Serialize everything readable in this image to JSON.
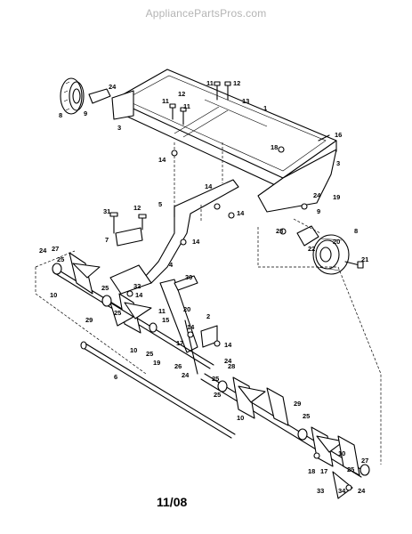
{
  "watermark": "AppliancePartsPros.com",
  "footer_code": "11/08",
  "callouts": [
    {
      "id": "c-1",
      "text": "1"
    },
    {
      "id": "c-2",
      "text": "2"
    },
    {
      "id": "c-3a",
      "text": "3"
    },
    {
      "id": "c-3b",
      "text": "3"
    },
    {
      "id": "c-4",
      "text": "4"
    },
    {
      "id": "c-5",
      "text": "5"
    },
    {
      "id": "c-6",
      "text": "6"
    },
    {
      "id": "c-7",
      "text": "7"
    },
    {
      "id": "c-8a",
      "text": "8"
    },
    {
      "id": "c-8b",
      "text": "8"
    },
    {
      "id": "c-9a",
      "text": "9"
    },
    {
      "id": "c-9b",
      "text": "9"
    },
    {
      "id": "c-10a",
      "text": "10"
    },
    {
      "id": "c-10b",
      "text": "10"
    },
    {
      "id": "c-10c",
      "text": "10"
    },
    {
      "id": "c-10d",
      "text": "10"
    },
    {
      "id": "c-11a",
      "text": "11"
    },
    {
      "id": "c-11b",
      "text": "11"
    },
    {
      "id": "c-11c",
      "text": "11"
    },
    {
      "id": "c-11d",
      "text": "11"
    },
    {
      "id": "c-12a",
      "text": "12"
    },
    {
      "id": "c-12b",
      "text": "12"
    },
    {
      "id": "c-12c",
      "text": "12"
    },
    {
      "id": "c-13",
      "text": "13"
    },
    {
      "id": "c-14a",
      "text": "14"
    },
    {
      "id": "c-14b",
      "text": "14"
    },
    {
      "id": "c-14c",
      "text": "14"
    },
    {
      "id": "c-14d",
      "text": "14"
    },
    {
      "id": "c-14e",
      "text": "14"
    },
    {
      "id": "c-14f",
      "text": "14"
    },
    {
      "id": "c-14g",
      "text": "14"
    },
    {
      "id": "c-15",
      "text": "15"
    },
    {
      "id": "c-16",
      "text": "16"
    },
    {
      "id": "c-17a",
      "text": "17"
    },
    {
      "id": "c-17b",
      "text": "17"
    },
    {
      "id": "c-18a",
      "text": "18"
    },
    {
      "id": "c-18b",
      "text": "18"
    },
    {
      "id": "c-19a",
      "text": "19"
    },
    {
      "id": "c-19b",
      "text": "19"
    },
    {
      "id": "c-20a",
      "text": "20"
    },
    {
      "id": "c-20b",
      "text": "20"
    },
    {
      "id": "c-21",
      "text": "21"
    },
    {
      "id": "c-22",
      "text": "22"
    },
    {
      "id": "c-23",
      "text": "23"
    },
    {
      "id": "c-24a",
      "text": "24"
    },
    {
      "id": "c-24b",
      "text": "24"
    },
    {
      "id": "c-24c",
      "text": "24"
    },
    {
      "id": "c-24d",
      "text": "24"
    },
    {
      "id": "c-24e",
      "text": "24"
    },
    {
      "id": "c-24f",
      "text": "24"
    },
    {
      "id": "c-25a",
      "text": "25"
    },
    {
      "id": "c-25b",
      "text": "25"
    },
    {
      "id": "c-25c",
      "text": "25"
    },
    {
      "id": "c-25d",
      "text": "25"
    },
    {
      "id": "c-25e",
      "text": "25"
    },
    {
      "id": "c-25f",
      "text": "25"
    },
    {
      "id": "c-25g",
      "text": "25"
    },
    {
      "id": "c-25h",
      "text": "25"
    },
    {
      "id": "c-26",
      "text": "26"
    },
    {
      "id": "c-27a",
      "text": "27"
    },
    {
      "id": "c-27b",
      "text": "27"
    },
    {
      "id": "c-28",
      "text": "28"
    },
    {
      "id": "c-29a",
      "text": "29"
    },
    {
      "id": "c-29b",
      "text": "29"
    },
    {
      "id": "c-30",
      "text": "30"
    },
    {
      "id": "c-31",
      "text": "31"
    },
    {
      "id": "c-32",
      "text": "32"
    },
    {
      "id": "c-33",
      "text": "33"
    },
    {
      "id": "c-34",
      "text": "34"
    }
  ]
}
